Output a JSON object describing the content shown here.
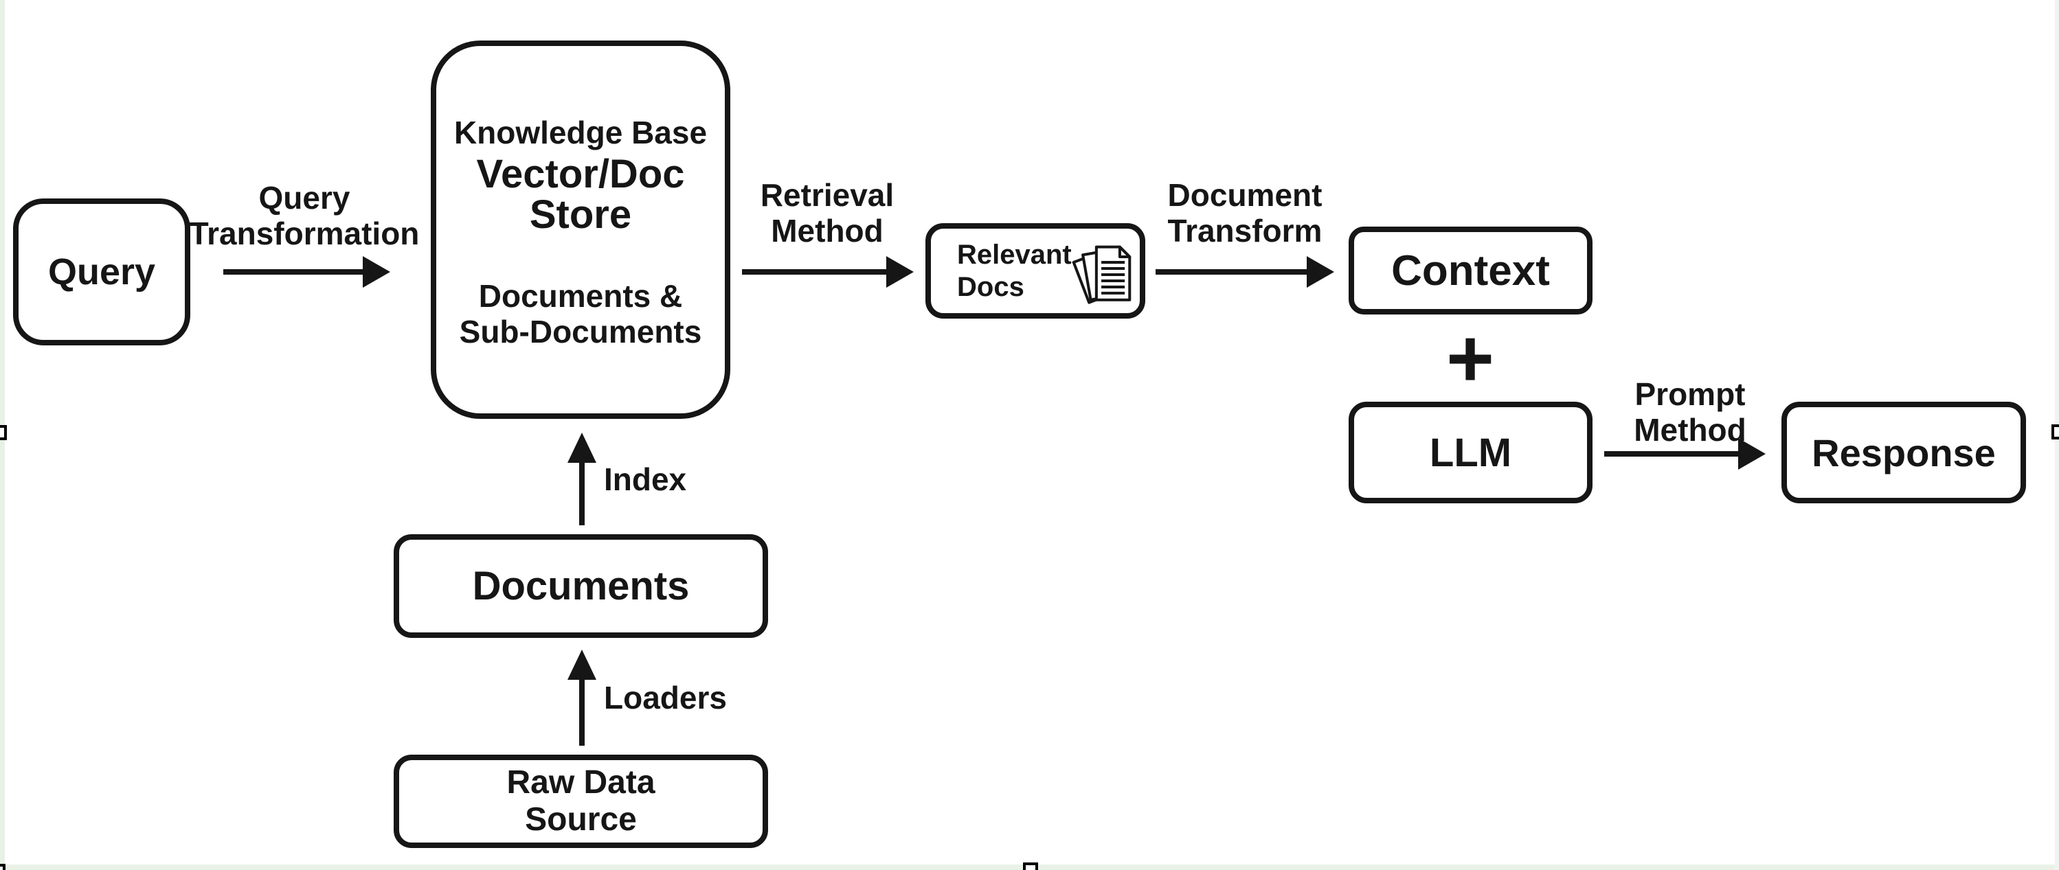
{
  "canvas": {
    "background": "#ffffff",
    "line_color": "#161616",
    "left_strip_color": "#e8f1e6",
    "bottom_strip_color": "#eaf2e8",
    "right_strip_color": "#f2f2f2"
  },
  "nodes": {
    "query": {
      "label": "Query"
    },
    "knowledge_base": {
      "title": "Knowledge Base",
      "subtitle_line1": "Vector/Doc",
      "subtitle_line2": "Store",
      "body_line1": "Documents &",
      "body_line2": "Sub-Documents"
    },
    "relevant_docs": {
      "line1": "Relevant",
      "line2": "Docs",
      "icon": "documents-stack-icon"
    },
    "context": {
      "label": "Context"
    },
    "plus_symbol": "+",
    "llm": {
      "label": "LLM"
    },
    "response": {
      "label": "Response"
    },
    "documents": {
      "label": "Documents"
    },
    "raw_data_source": {
      "line1": "Raw Data",
      "line2": "Source"
    }
  },
  "edge_labels": {
    "query_transformation": {
      "line1": "Query",
      "line2": "Transformation"
    },
    "retrieval_method": {
      "line1": "Retrieval",
      "line2": "Method"
    },
    "document_transform": {
      "line1": "Document",
      "line2": "Transform"
    },
    "prompt_method": {
      "line1": "Prompt",
      "line2": "Method"
    },
    "index": {
      "label": "Index"
    },
    "loaders": {
      "label": "Loaders"
    }
  }
}
